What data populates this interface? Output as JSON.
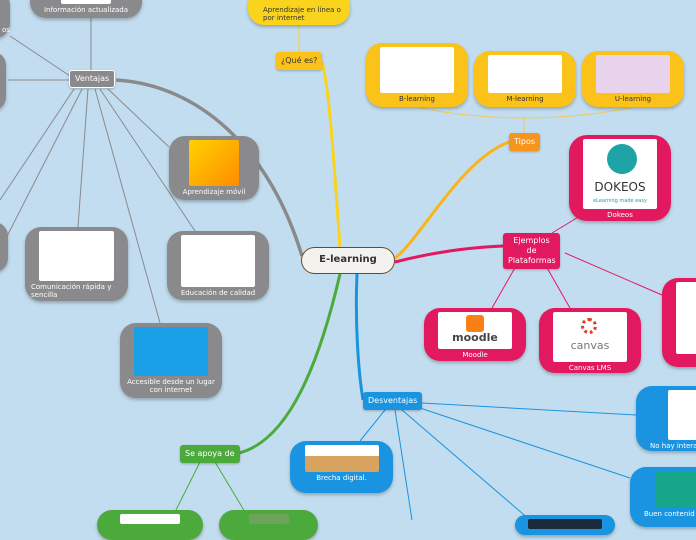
{
  "central_topic": "E-learning",
  "branches": {
    "que_es": {
      "label": "¿Qué es?",
      "child": "Aprendizaje en línea o por internet"
    },
    "tipos": {
      "label": "Tipos",
      "children": [
        "B-learning",
        "M-learning",
        "U-learning"
      ]
    },
    "ejemplos": {
      "label": "Ejemplos de Plataformas",
      "children": [
        "Dokeos",
        "Moodle",
        "Canvas LMS"
      ],
      "logos": {
        "dokeos": "DOKEOS",
        "dokeos_tagline": "eLearning made easy",
        "moodle": "moodle",
        "canvas": "canvas"
      }
    },
    "ventajas": {
      "label": "Ventajas",
      "children": [
        "Información actualizada",
        "os",
        "Aprendizaje móvil",
        "Comunicación rápida y sencilla",
        "Educación de calidad",
        "Accesible desde un lugar con internet"
      ]
    },
    "desventajas": {
      "label": "Desventajas",
      "children": [
        "Brecha digital.",
        "No hay intera",
        "Buen contenid"
      ]
    },
    "se_apoya_de": {
      "label": "Se apoya de"
    }
  },
  "colors": {
    "background": "#c2ddef",
    "ventajas": "#8a8a8c",
    "que_es": "#fbc21a",
    "tipos": "#f7941d",
    "ejemplos": "#e3195f",
    "desventajas": "#1a94e0",
    "se_apoya_de": "#4caa3c"
  }
}
